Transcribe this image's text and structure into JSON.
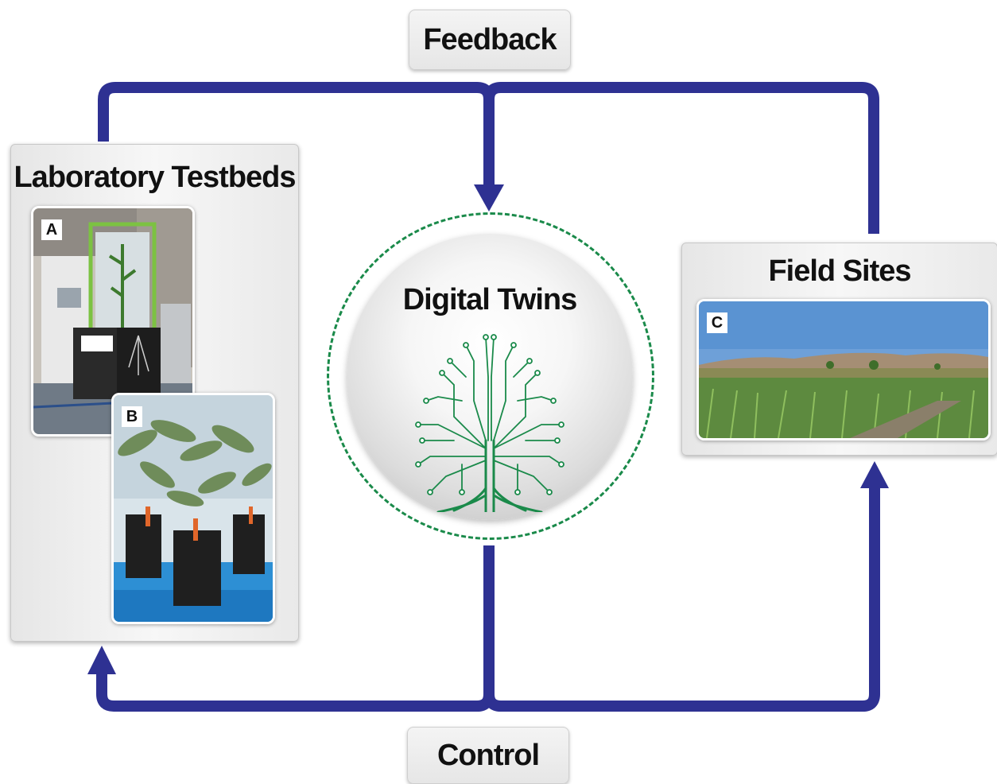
{
  "feedback_label": "Feedback",
  "control_label": "Control",
  "laboratory": {
    "title": "Laboratory Testbeds",
    "photo_a_tag": "A",
    "photo_b_tag": "B"
  },
  "digital_twins": {
    "title": "Digital Twins"
  },
  "field": {
    "title": "Field Sites",
    "photo_c_tag": "C"
  },
  "colors": {
    "arrow": "#2e3192",
    "tree": "#1a8a4a"
  }
}
